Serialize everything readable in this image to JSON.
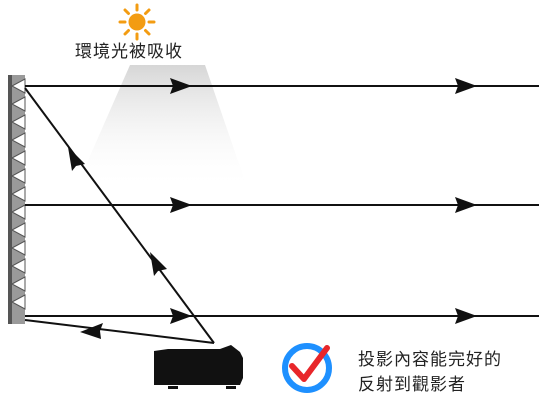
{
  "ambient_light": {
    "label": "環境光被吸收",
    "icon": "sun-icon",
    "sun_color": "#f39c12"
  },
  "result": {
    "icon": "checkmark-circle-icon",
    "ring_color": "#1e90ff",
    "check_color": "#e8262a",
    "line1": "投影內容能完好的",
    "line2": "反射到觀影者"
  },
  "elements": {
    "screen": "ribbed-screen",
    "projector": "projector-icon",
    "colors": {
      "lines": "#111111",
      "screen_fill": "#9a9a9a",
      "projector": "#111111"
    }
  }
}
